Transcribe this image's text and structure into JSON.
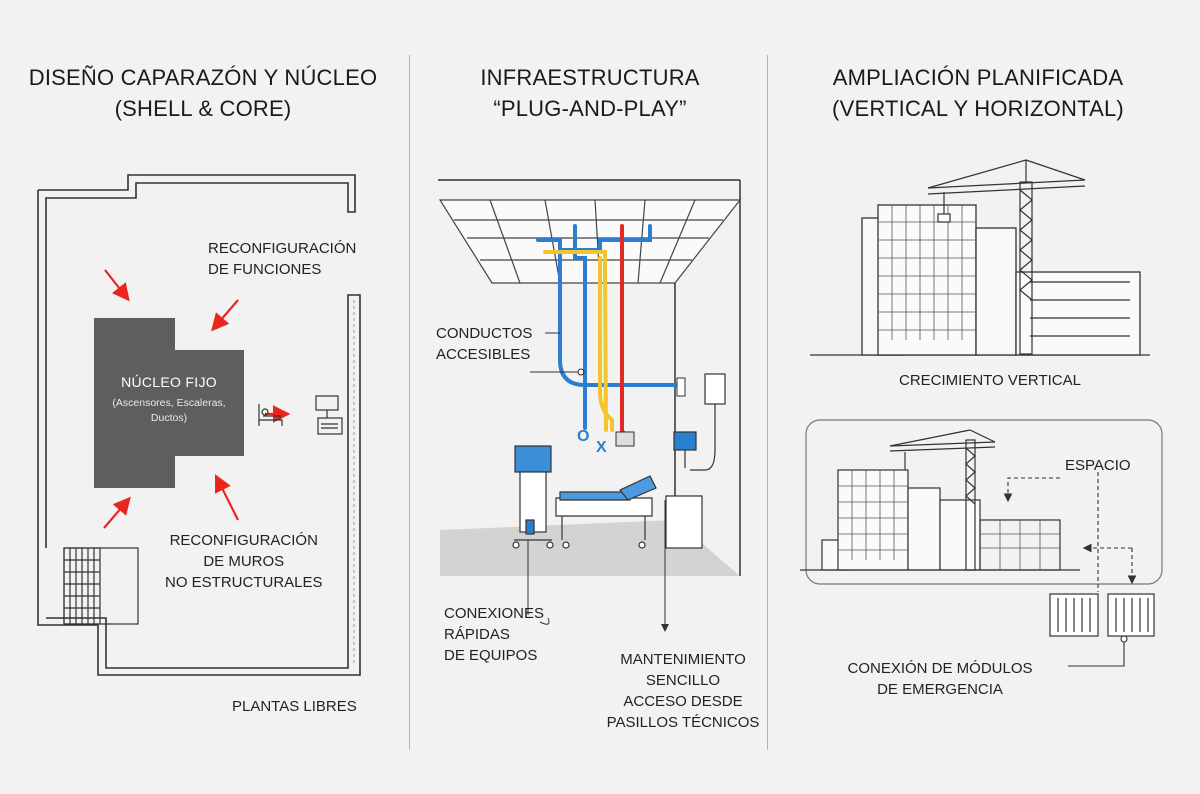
{
  "panels": {
    "left": {
      "title": "DISEÑO CAPARAZÓN Y NÚCLEO\n(SHELL & CORE)",
      "label_reconfig_funciones": "RECONFIGURACIÓN\nDE FUNCIONES",
      "core_title": "NÚCLEO FIJO",
      "core_subtitle": "(Ascensores, Escaleras,\nDuctos)",
      "label_reconfig_muros": "RECONFIGURACIÓN\nDE MUROS\nNO ESTRUCTURALES",
      "label_plantas": "PLANTAS LIBRES"
    },
    "middle": {
      "title": "INFRAESTRUCTURA\n“PLUG-AND-PLAY”",
      "label_conductos": "CONDUCTOS\nACCESIBLES",
      "label_conexiones": "CONEXIONES\nRÁPIDAS\nDE EQUIPOS",
      "label_mantenimiento": "MANTENIMIENTO\nSENCILLO\nACCESO DESDE\nPASILLOS TÉCNICOS",
      "gas_o": "O",
      "gas_x": "X"
    },
    "right": {
      "title": "AMPLIACIÓN PLANIFICADA\n(VERTICAL Y HORIZONTAL)",
      "label_vertical": "CRECIMIENTO VERTICAL",
      "label_espacio": "ESPACIO",
      "label_modulos": "CONEXIÓN DE MÓDULOS\nDE EMERGENCIA"
    }
  },
  "colors": {
    "background": "#f2f2f2",
    "core": "#5e5e5e",
    "arrow": "#e8261e",
    "pipe_blue": "#2a7fd0",
    "pipe_yellow": "#f4c52a",
    "pipe_red": "#e02a22",
    "line": "#3a3a3a"
  }
}
